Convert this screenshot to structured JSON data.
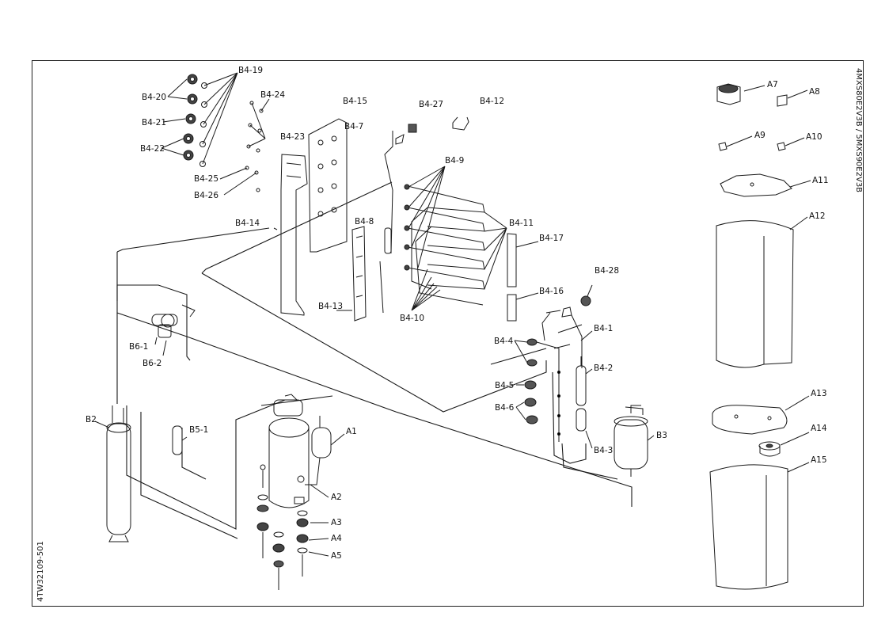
{
  "document": {
    "model_label": "4MXS80E2V3B / 5MXS90E2V3B",
    "doc_id": "4TW32109-501"
  },
  "callouts": {
    "B4-19": "B4-19",
    "B4-20": "B4-20",
    "B4-21": "B4-21",
    "B4-22": "B4-22",
    "B4-24": "B4-24",
    "B4-23": "B4-23",
    "B4-25": "B4-25",
    "B4-26": "B4-26",
    "B4-15": "B4-15",
    "B4-7": "B4-7",
    "B4-27": "B4-27",
    "B4-12": "B4-12",
    "B4-9": "B4-9",
    "B4-14": "B4-14",
    "B4-8": "B4-8",
    "B4-11": "B4-11",
    "B4-17": "B4-17",
    "B4-13": "B4-13",
    "B4-10": "B4-10",
    "B4-16": "B4-16",
    "B4-28": "B4-28",
    "B4-1": "B4-1",
    "B4-4": "B4-4",
    "B4-2": "B4-2",
    "B4-5": "B4-5",
    "B4-6": "B4-6",
    "B4-3": "B4-3",
    "B6-1": "B6-1",
    "B6-2": "B6-2",
    "B2": "B2",
    "B5-1": "B5-1",
    "A1": "A1",
    "A2": "A2",
    "A3": "A3",
    "A4": "A4",
    "A5": "A5",
    "B3": "B3",
    "A7": "A7",
    "A8": "A8",
    "A9": "A9",
    "A10": "A10",
    "A11": "A11",
    "A12": "A12",
    "A13": "A13",
    "A14": "A14",
    "A15": "A15"
  }
}
